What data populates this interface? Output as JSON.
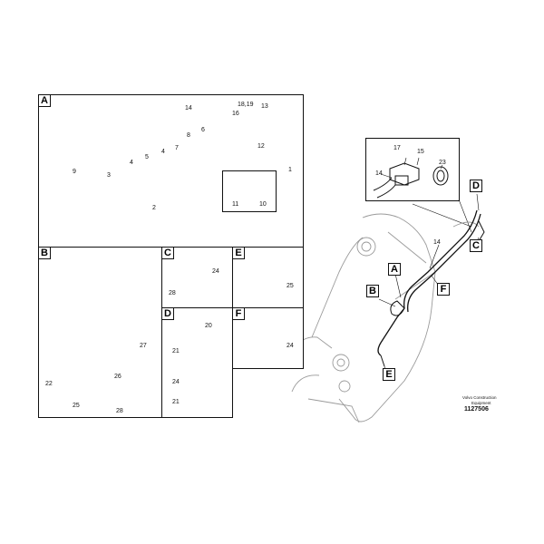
{
  "panels": {
    "A": {
      "tag": "A",
      "labels": [
        "14",
        "18,19",
        "13",
        "16",
        "12",
        "9",
        "3",
        "4",
        "5",
        "4",
        "7",
        "8",
        "6",
        "2",
        "1",
        "11",
        "10"
      ]
    },
    "B": {
      "tag": "B",
      "labels": [
        "27",
        "22",
        "26",
        "25",
        "28"
      ]
    },
    "C": {
      "tag": "C",
      "labels": [
        "24",
        "28"
      ]
    },
    "D": {
      "tag": "D",
      "labels": [
        "20",
        "21",
        "24",
        "21"
      ]
    },
    "E": {
      "tag": "E",
      "labels": [
        "25"
      ]
    },
    "F": {
      "tag": "F",
      "labels": [
        "24"
      ]
    },
    "inset": {
      "labels": [
        "17",
        "15",
        "14",
        "23"
      ]
    }
  },
  "machine": {
    "tags": [
      "D",
      "C",
      "A",
      "B",
      "F",
      "E"
    ],
    "hose_label": "14"
  },
  "footer": {
    "brand_line1": "Volvo Construction",
    "brand_line2": "Equipment",
    "doc_number": "1127506"
  },
  "colors": {
    "line": "#111111",
    "light_line": "#9a9a9a",
    "highlight": "#6fa8dc"
  }
}
